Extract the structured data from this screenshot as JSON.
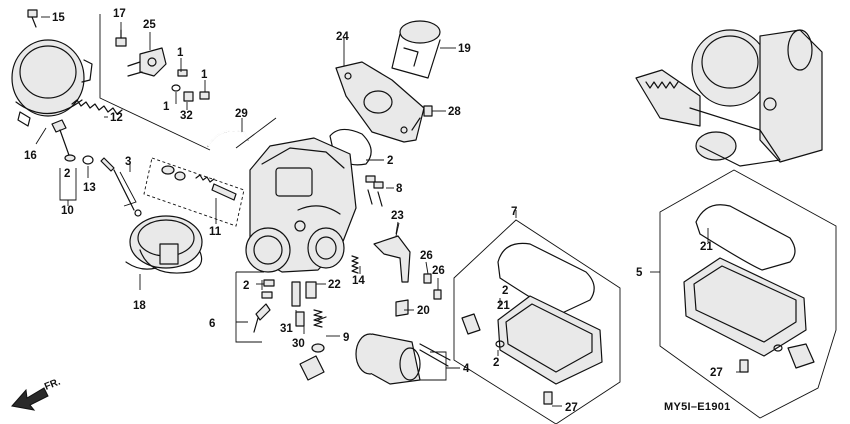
{
  "diagram_code": "MY5I–E1901",
  "direction_label": "FR.",
  "labels": {
    "l15": "15",
    "l17": "17",
    "l25": "25",
    "l24": "24",
    "l19": "19",
    "l1a": "1",
    "l1b": "1",
    "l1c": "1",
    "l32": "32",
    "l12": "12",
    "l16": "16",
    "l29": "29",
    "l28": "28",
    "l2a": "2",
    "l13": "13",
    "l3": "3",
    "l10": "10",
    "l2b": "2",
    "l8": "8",
    "l11": "11",
    "l23": "23",
    "l7": "7",
    "l21a": "21",
    "l5": "5",
    "l26a": "26",
    "l26b": "26",
    "l14": "14",
    "l18": "18",
    "l2c": "2",
    "l22": "22",
    "l2d": "2",
    "l21b": "21",
    "l6": "6",
    "l20": "20",
    "l31": "31",
    "l30": "30",
    "l9": "9",
    "l2e": "2",
    "l4": "4",
    "l27a": "27",
    "l27b": "27"
  }
}
